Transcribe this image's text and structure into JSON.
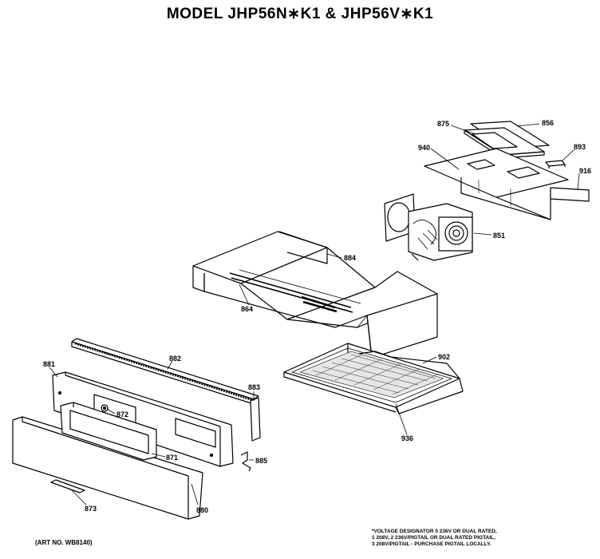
{
  "title": "MODEL JHP56N∗K1 & JHP56V∗K1",
  "art_no": "(ART NO. WB8140)",
  "notes": [
    "*VOLTAGE DESIGNATOR 0 236V OR DUAL RATED,",
    "1 208V, 2 236V/PIGTAIL OR DUAL RATED PIGTAIL,",
    "3 208V/PIGTAIL - PURCHASE PIGTAIL LOCALLY."
  ],
  "parts": {
    "p875": "875",
    "p856": "856",
    "p940": "940",
    "p893": "893",
    "p916": "916",
    "p851": "851",
    "p884": "884",
    "p864": "864",
    "p902": "902",
    "p936": "936",
    "p882": "882",
    "p881": "881",
    "p883": "883",
    "p872": "872",
    "p871": "871",
    "p885": "885",
    "p880": "880",
    "p873": "873"
  }
}
